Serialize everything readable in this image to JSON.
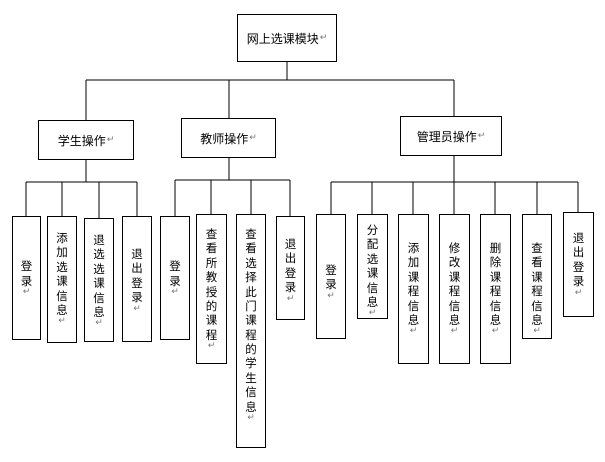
{
  "root": "网上选课模块",
  "groups": [
    {
      "label": "学生操作",
      "items": [
        "登录",
        "添加选课信息",
        "退选选课信息",
        "退出登录"
      ]
    },
    {
      "label": "教师操作",
      "items": [
        "登录",
        "查看所教授的课程",
        "查看选择此门课程的学生信息",
        "退出登录"
      ]
    },
    {
      "label": "管理员操作",
      "items": [
        "登录",
        "分配选课信息",
        "添加课程信息",
        "修改课程信息",
        "删除课程信息",
        "查看课程信息",
        "退出登录"
      ]
    }
  ],
  "marker": "↵",
  "colors": {
    "line": "#000000",
    "border": "#000000",
    "background": "#ffffff"
  }
}
